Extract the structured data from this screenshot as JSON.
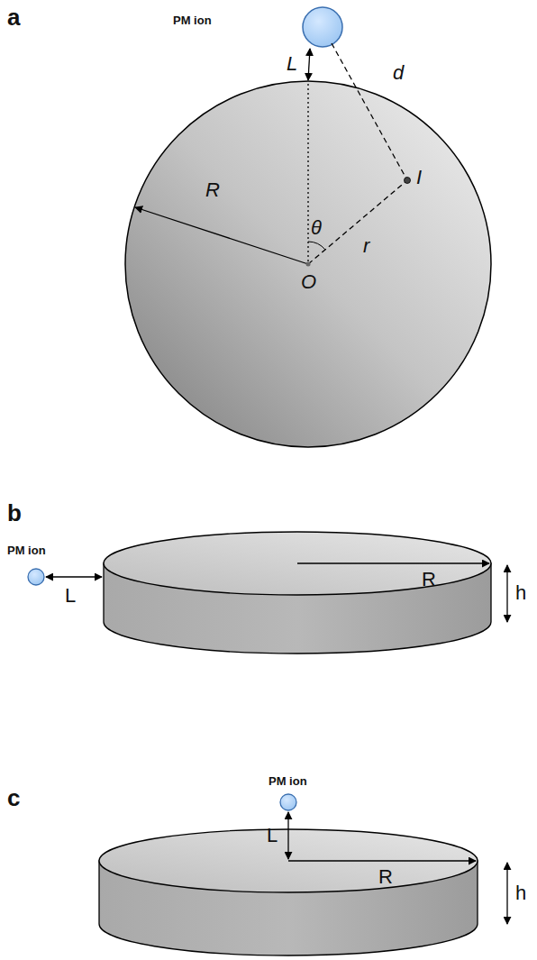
{
  "diagram": {
    "labels": [
      "a",
      "PM ion",
      "L",
      "d",
      "R",
      "θ",
      "r",
      "I",
      "O",
      "b",
      "PM ion",
      "L",
      "R",
      "h",
      "c",
      "PM ion",
      "L",
      "R",
      "h"
    ]
  }
}
